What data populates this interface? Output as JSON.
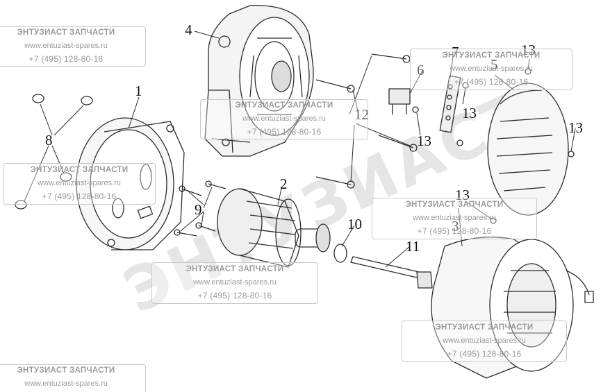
{
  "diagram": {
    "callouts": [
      {
        "id": "1",
        "label": "1"
      },
      {
        "id": "2",
        "label": "2"
      },
      {
        "id": "3",
        "label": "3"
      },
      {
        "id": "4",
        "label": "4"
      },
      {
        "id": "5",
        "label": "5"
      },
      {
        "id": "6",
        "label": "6"
      },
      {
        "id": "7",
        "label": "7"
      },
      {
        "id": "8",
        "label": "8"
      },
      {
        "id": "9",
        "label": "9"
      },
      {
        "id": "10",
        "label": "10"
      },
      {
        "id": "11",
        "label": "11"
      },
      {
        "id": "12",
        "label": "12"
      },
      {
        "id": "13a",
        "label": "13"
      },
      {
        "id": "13b",
        "label": "13"
      },
      {
        "id": "13c",
        "label": "13"
      },
      {
        "id": "13d",
        "label": "13"
      },
      {
        "id": "13e",
        "label": "13"
      }
    ]
  },
  "watermark": {
    "title": "ЭНТУЗИАСТ ЗАПЧАСТИ",
    "url": "www.entuziast-spares.ru",
    "phone": "+7 (495) 128-80-16",
    "brand": "ЭНТУЗИАСТ"
  },
  "colors": {
    "line": "#2a2a2a",
    "watermark_text": "#9a9a9a",
    "background": "#ffffff"
  }
}
